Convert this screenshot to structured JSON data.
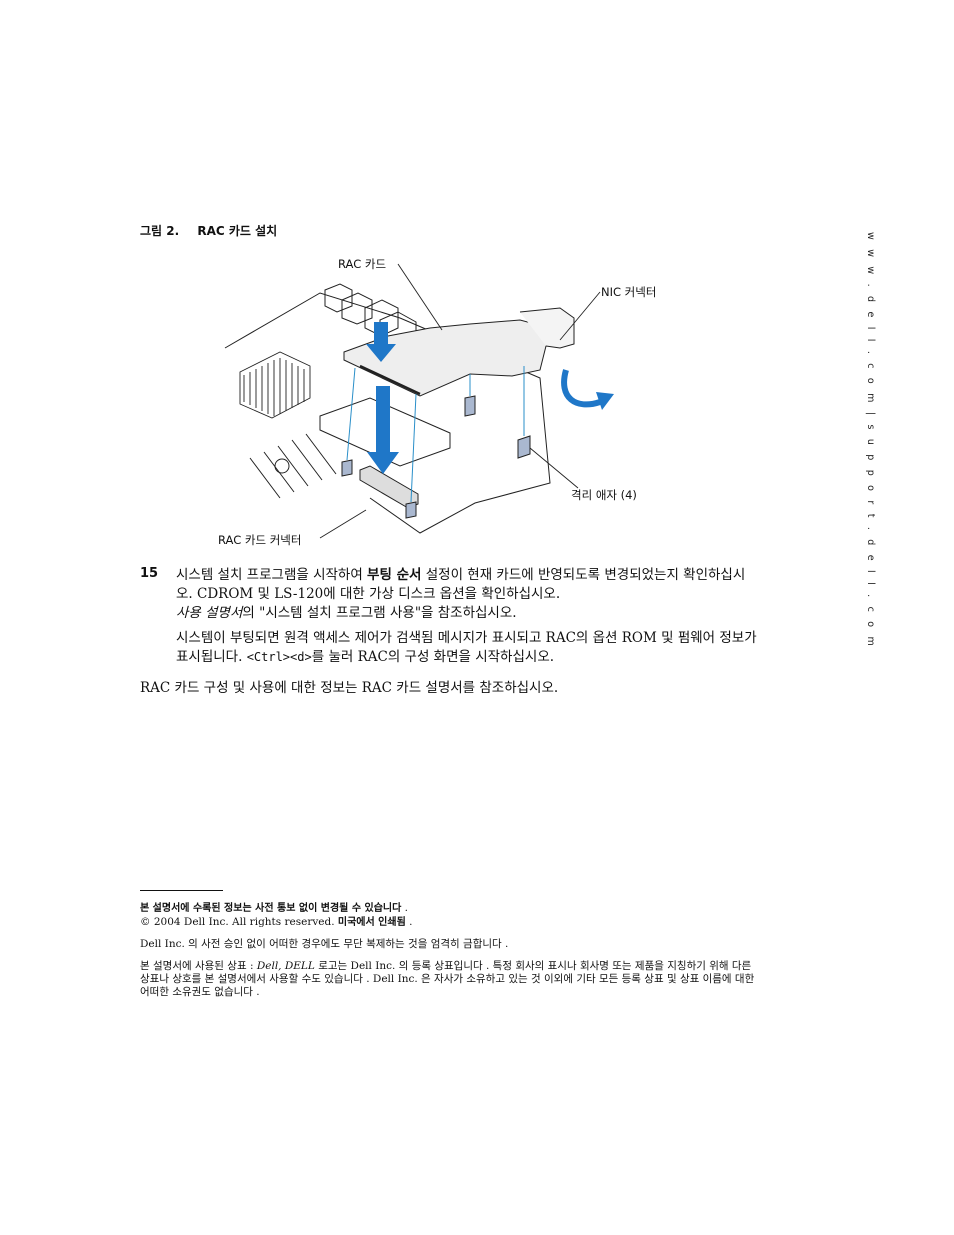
{
  "figure": {
    "caption_number": "그림 2.",
    "caption_title": "RAC 카드 설치",
    "callouts": {
      "rac_card": "RAC 카드",
      "nic_connector": "NIC 커넥터",
      "standoffs": "격리 애자 (4)",
      "rac_card_connector": "RAC 카드 커넥터"
    }
  },
  "side_url": "w w w . d e l l . c o m  |  s u p p o r t . d e l l . c o m",
  "step": {
    "number": "15",
    "p1_a": "시스템 설치 프로그램을 시작하여 ",
    "p1_bold": "부팅 순서",
    "p1_b": " 설정이 현재 카드에 반영되도록 변경되었는지 확인하십시오. CDROM 및 LS-120에 대한 가상 디스크 옵션을 확인하십시오.",
    "p1_italic": "사용 설명서",
    "p1_c": "의 \"시스템 설치 프로그램 사용\"을 참조하십시오.",
    "p2_a": "시스템이 부팅되면 원격 액세스 제어가 검색됨 메시지가 표시되고 RAC의 옵션 ROM 및 펌웨어 정보가 표시됩니다. ",
    "p2_code1": "<Ctrl>",
    "p2_code2": "<d>",
    "p2_b": "를 눌러 RAC의 구성 화면을 시작하십시오."
  },
  "paragraph": "RAC 카드 구성 및 사용에 대한 정보는 RAC 카드 설명서를 참조하십시오.",
  "footer": {
    "notice_bold": "본 설명서에 수록된 정보는 사전 통보 없이 변경될 수 있습니다",
    "notice_end": " .",
    "copyright": "© 2004 Dell Inc. All rights reserved. ",
    "printed_bold": "미국에서 인쇄됨",
    "printed_end": " .",
    "reproduction": "Dell Inc. 의 사전 승인 없이 어떠한 경우에도 무단 복제하는 것을 엄격히 금합니다 .",
    "tm_a": "본 설명서에 사용된 상표 : ",
    "tm_italic": "Dell, DELL",
    "tm_b": " 로고는 Dell Inc. 의 등록 상표입니다 . 특정 회사의 표시나 회사명 또는 제품을 지칭하기 위해 다른 상표나 상호를 본 설명서에서 사용할 수도 있습니다 . Dell Inc. 은 자사가 소유하고 있는 것 이외에 기타 모든 등록 상표 및 상표 이름에 대한 어떠한 소유권도 없습니다 ."
  }
}
